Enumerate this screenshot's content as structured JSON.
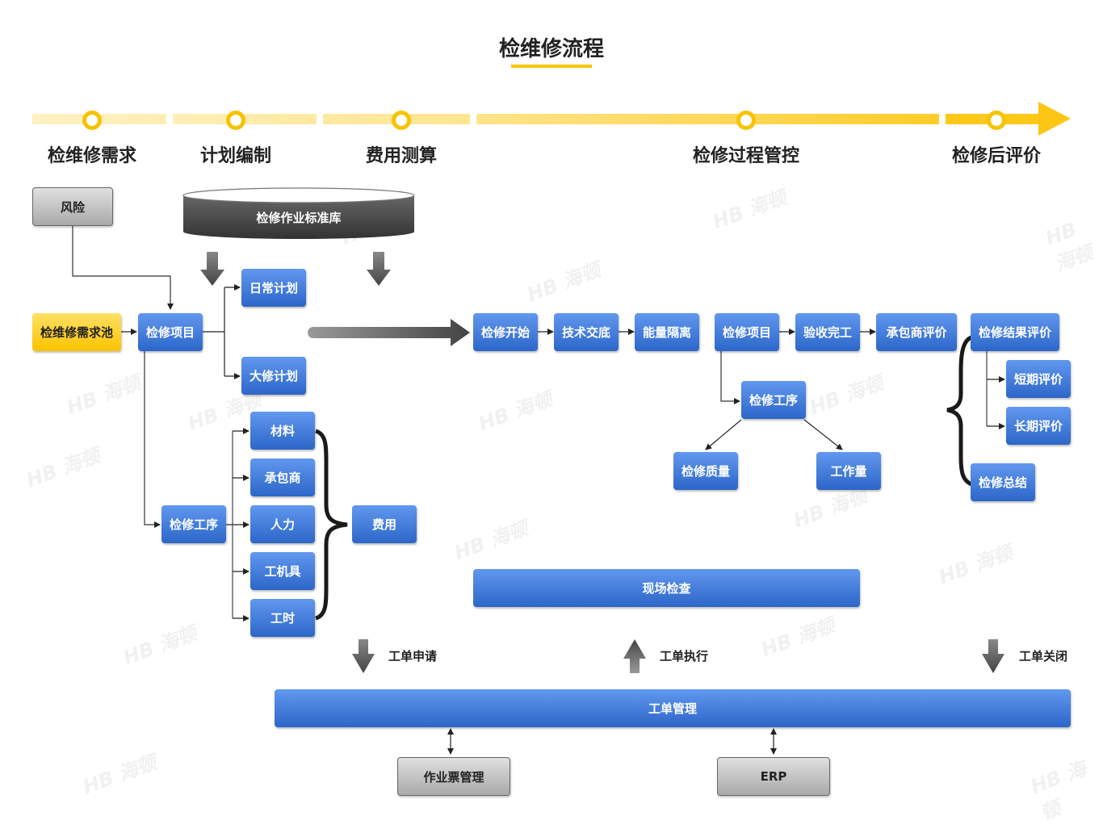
{
  "title": "检维修流程",
  "watermark": "HB 海顿",
  "stages": [
    {
      "label": "检维修需求"
    },
    {
      "label": "计划编制"
    },
    {
      "label": "费用测算"
    },
    {
      "label": "检修过程管控"
    },
    {
      "label": "检修后评价"
    }
  ],
  "colors": {
    "accent_yellow": "#f8c400",
    "box_blue_top": "#6198ef",
    "box_blue_bottom": "#2c66c8",
    "box_gray": "#b8b8b8"
  },
  "nodes": {
    "risk": "风险",
    "standard_library": "检修作业标准库",
    "demand_pool": "检维修需求池",
    "project_left": "检修项目",
    "daily_plan": "日常计划",
    "overhaul_plan": "大修计划",
    "process_left": "检修工序",
    "material": "材料",
    "contractor": "承包商",
    "labor": "人力",
    "tools": "工机具",
    "man_hours": "工时",
    "cost": "费用",
    "start": "检修开始",
    "tech_briefing": "技术交底",
    "energy_isolation": "能量隔离",
    "project_right": "检修项目",
    "acceptance": "验收完工",
    "contractor_eval": "承包商评价",
    "process_right": "检修工序",
    "quality": "检修质量",
    "workload": "工作量",
    "result_eval": "检修结果评价",
    "short_term_eval": "短期评价",
    "long_term_eval": "长期评价",
    "summary": "检修总结",
    "site_inspection": "现场检查",
    "work_order_mgmt": "工单管理",
    "permit_mgmt": "作业票管理",
    "erp": "ERP"
  },
  "flow_labels": {
    "apply": "工单申请",
    "execute": "工单执行",
    "close": "工单关闭"
  }
}
